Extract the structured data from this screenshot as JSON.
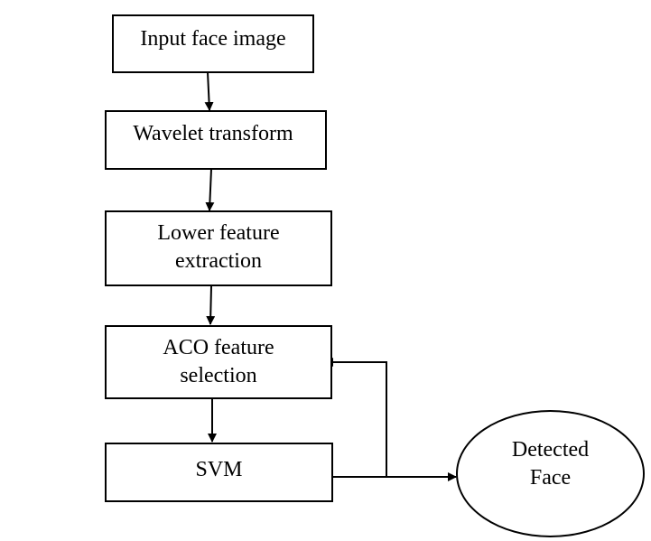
{
  "diagram": {
    "steps": [
      {
        "lines": [
          "Input face image"
        ]
      },
      {
        "lines": [
          "Wavelet transform"
        ]
      },
      {
        "lines": [
          "Lower feature",
          "extraction"
        ]
      },
      {
        "lines": [
          "ACO feature",
          "selection"
        ]
      },
      {
        "lines": [
          "SVM"
        ]
      }
    ],
    "output": {
      "lines": [
        "Detected",
        "Face"
      ]
    }
  }
}
